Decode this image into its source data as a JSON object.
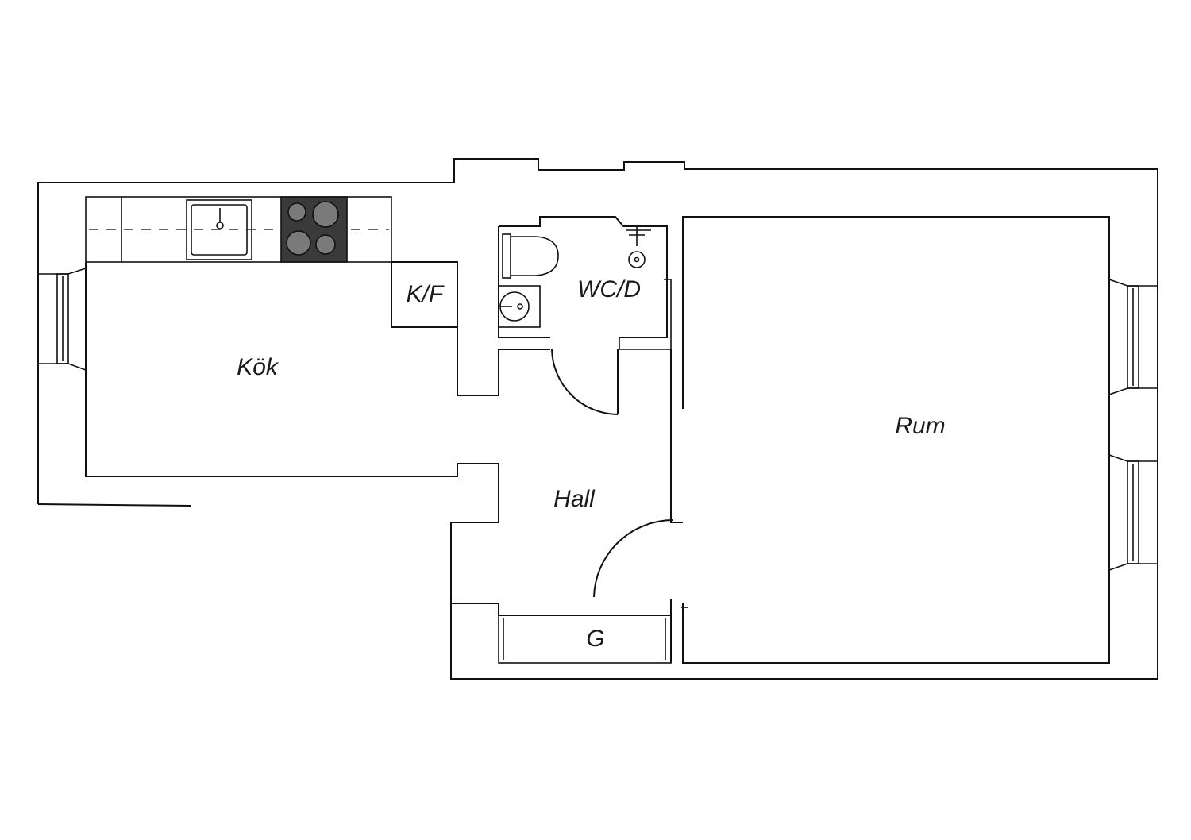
{
  "rooms": {
    "kitchen": "Kök",
    "fridge_freezer": "K/F",
    "bathroom": "WC/D",
    "hall": "Hall",
    "living_room": "Rum",
    "wardrobe": "G"
  },
  "colors": {
    "line": "#111111",
    "stove_top": "#3a3a3a",
    "burner": "#7a7a7a",
    "background": "#ffffff"
  }
}
